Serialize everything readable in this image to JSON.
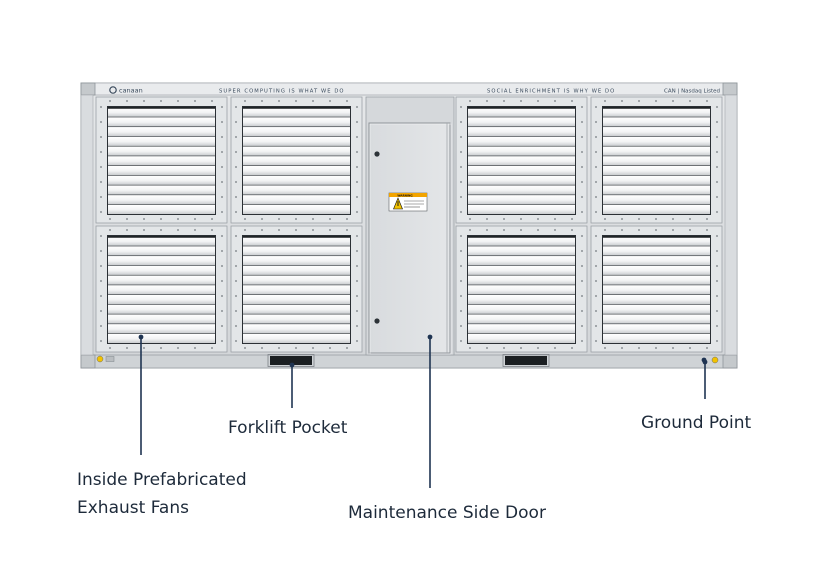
{
  "container": {
    "brand": "canaan",
    "slogan_left": "SUPER COMPUTING IS WHAT WE DO",
    "slogan_right": "SOCIAL ENRICHMENT IS WHY WE DO",
    "listing": "CAN | Nasdaq Listed",
    "warning_label": "WARNING"
  },
  "callouts": [
    {
      "id": "exhaust-fans",
      "lines": [
        "Inside Prefabricated",
        "Exhaust Fans"
      ]
    },
    {
      "id": "forklift-pocket",
      "lines": [
        "Forklift Pocket"
      ]
    },
    {
      "id": "maintenance-door",
      "lines": [
        "Maintenance Side Door"
      ]
    },
    {
      "id": "ground-point",
      "lines": [
        "Ground Point"
      ]
    }
  ],
  "colors": {
    "callout_line": "#1f3452",
    "callout_dot": "#1f3452",
    "container_body": "#dcdfe1",
    "louver": "#f4f5f6",
    "text": "#1d2a3a"
  }
}
